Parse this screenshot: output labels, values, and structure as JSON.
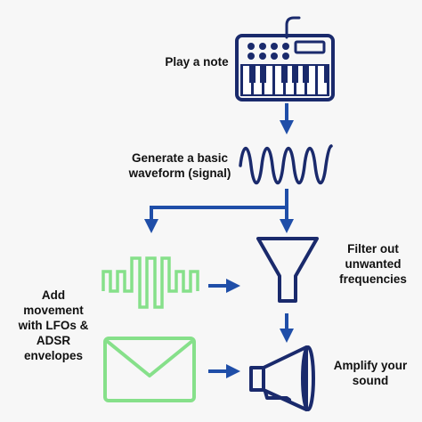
{
  "colors": {
    "navy": "#1a2a6c",
    "arrow_blue": "#1f4ea8",
    "green": "#86e08a",
    "background": "#f7f7f7"
  },
  "steps": {
    "play_note": {
      "label": "Play a note",
      "icon": "synth-keyboard-icon"
    },
    "generate_waveform": {
      "label": "Generate a basic\nwaveform (signal)",
      "icon": "sine-wave-icon"
    },
    "filter": {
      "label": "Filter out\nunwanted\nfrequencies",
      "icon": "funnel-icon"
    },
    "modulation": {
      "label": "Add\nmovement\nwith LFOs &\nADSR\nenvelopes",
      "icons": [
        "square-wave-icon",
        "envelope-icon"
      ]
    },
    "amplify": {
      "label": "Amplify your\nsound",
      "icon": "megaphone-icon"
    }
  }
}
